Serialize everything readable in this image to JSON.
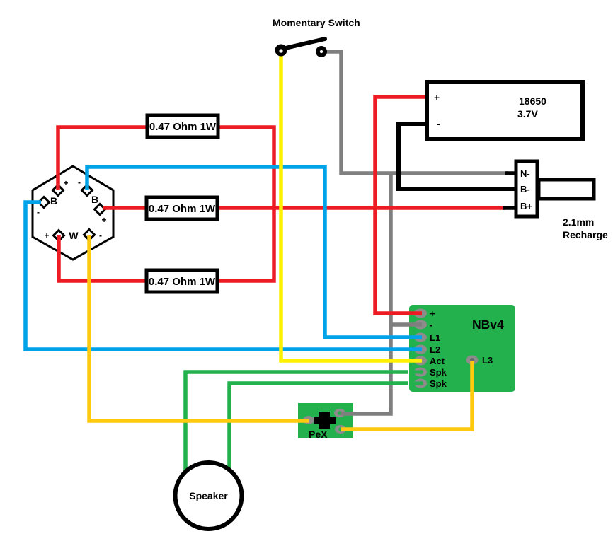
{
  "colors": {
    "red": "#ED1C24",
    "blue": "#00A2E8",
    "gray": "#7F7F7F",
    "green": "#22B14C",
    "gold": "#FFC90E",
    "yellow": "#FFF200",
    "black": "#000000",
    "board_green": "#22B14C",
    "pad_gray": "#8C8C8C"
  },
  "switch": {
    "label": "Momentary Switch"
  },
  "battery": {
    "plus": "+",
    "minus": "-",
    "model": "18650",
    "voltage": "3.7V"
  },
  "recharge": {
    "pin_n_minus": "N-",
    "pin_b_minus": "B-",
    "pin_b_plus": "B+",
    "caption_line1": "2.1mm",
    "caption_line2": "Recharge"
  },
  "resistors": [
    {
      "label": "0.47 Ohm 1W"
    },
    {
      "label": "0.47 Ohm 1W"
    },
    {
      "label": "0.47 Ohm 1W"
    }
  ],
  "led_module": {
    "top_plus": "+",
    "top_minus": "-",
    "left_led": "B",
    "right_led": "B",
    "left_minus": "-",
    "right_plus": "+",
    "bottom_plus": "+",
    "bottom_led": "W",
    "bottom_minus": "-"
  },
  "driver": {
    "name": "NBv4",
    "pin_plus": "+",
    "pin_minus": "-",
    "pin_l1": "L1",
    "pin_l2": "L2",
    "pin_act": "Act",
    "pin_spk1": "Spk",
    "pin_spk2": "Spk",
    "pin_l3": "L3"
  },
  "pex": {
    "name": "PeX"
  },
  "speaker": {
    "label": "Speaker"
  }
}
